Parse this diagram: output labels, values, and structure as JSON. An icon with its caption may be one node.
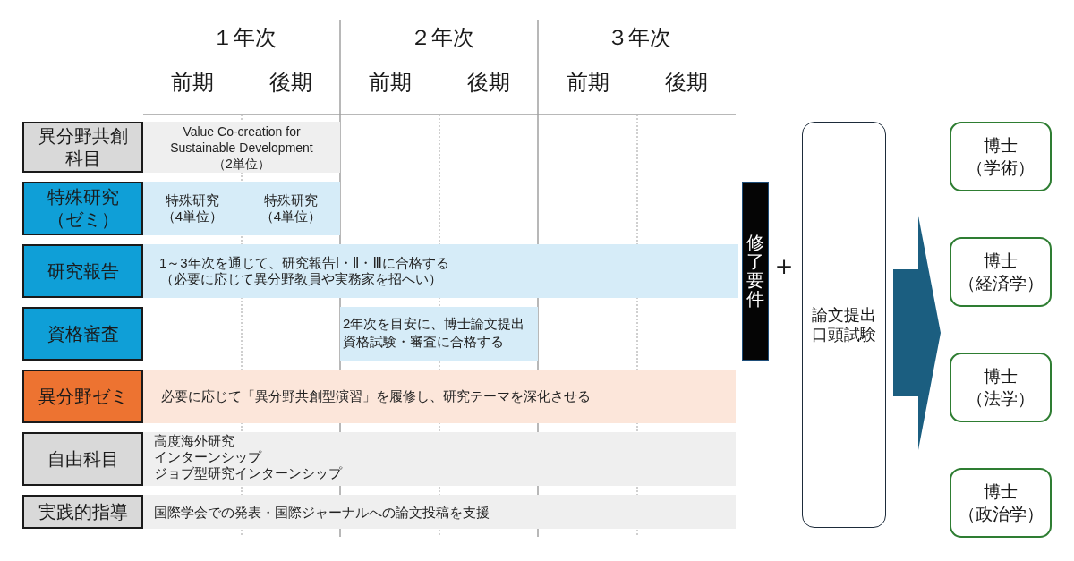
{
  "diagram": {
    "nodes": [
      {
        "text": [
          "異分野共創科目"
        ]
      },
      {
        "text": [
          "Value Co-creation for Sustainable Development （2単位）"
        ]
      },
      {
        "text": [
          "特殊研究（ゼミ）"
        ]
      },
      {
        "text": [
          "特殊研究（4単位）",
          "特殊研究（4単位）"
        ]
      },
      {
        "text": [
          "研究報告"
        ]
      },
      {
        "text": [
          "1～3年次を通じて、研究報告Ⅰ・Ⅱ・Ⅲに合格する",
          "（必要に応じて異分野教員や実務家を招へい）"
        ]
      },
      {
        "text": [
          "資格審査"
        ]
      },
      {
        "text": [
          "2年次を目安に、博士論文提出資格試験・審査に合格する"
        ]
      },
      {
        "text": [
          "異分野ゼミ"
        ]
      },
      {
        "text": [
          "必要に応じて「異分野共創型演習」を履修し、研究テーマを深化させる"
        ]
      },
      {
        "text": [
          "自由科目"
        ]
      },
      {
        "text": [
          "高度海外研究",
          "インターンシップ",
          "ジョブ型研究インターンシップ"
        ]
      },
      {
        "text": [
          "実践的指導"
        ]
      },
      {
        "text": [
          "国際学会での発表・国際ジャーナルへの論文投稿を支援"
        ]
      },
      {
        "text": [
          "修了要件"
        ]
      },
      {
        "text": [
          "論文提出",
          "口頭試験"
        ]
      },
      {
        "text": [
          "博士（学術）"
        ]
      },
      {
        "text": [
          "博士（経済学）"
        ]
      },
      {
        "text": [
          "博士（法学）"
        ]
      },
      {
        "text": [
          "博士（政治学）"
        ]
      }
    ],
    "edges": [
      {
        "from": 15,
        "to": 18,
        "arrow": "to"
      }
    ],
    "labels": [
      "１年次",
      "２年次",
      "３年次",
      "前期",
      "後期",
      "前期",
      "後期",
      "前期",
      "後期",
      "＋"
    ]
  }
}
